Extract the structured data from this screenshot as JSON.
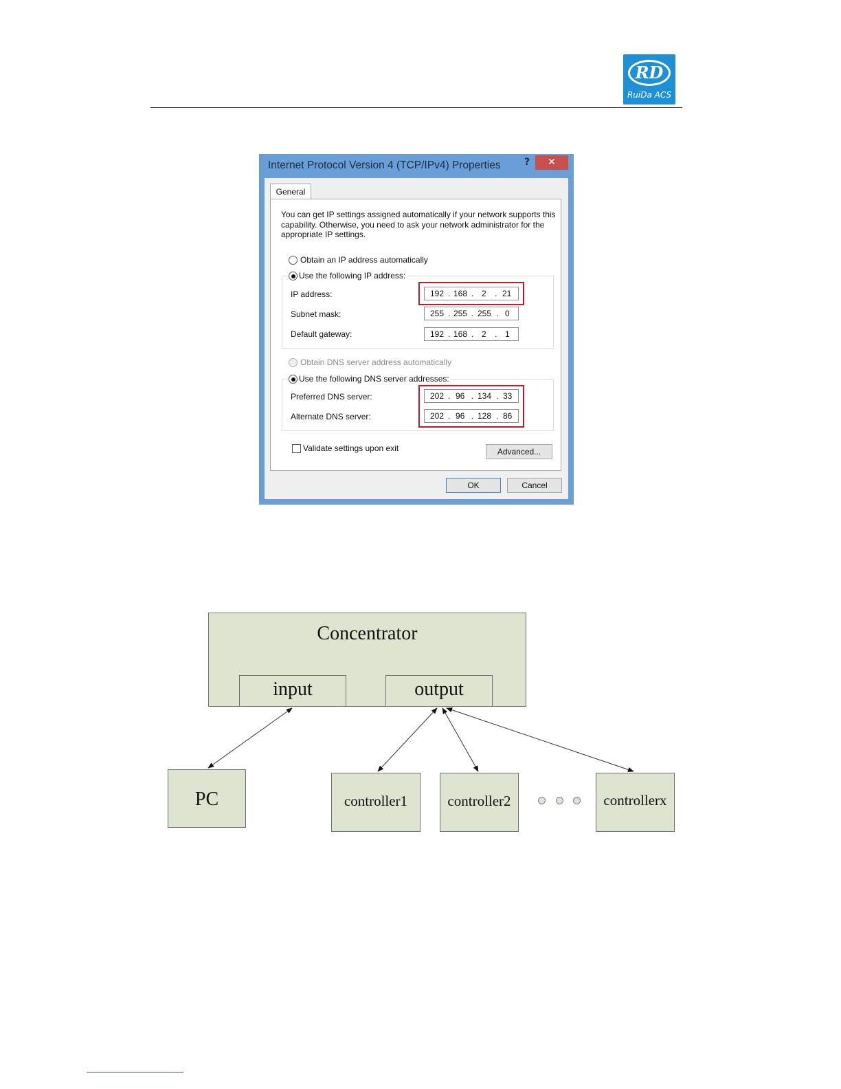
{
  "header": {
    "logo_letters": "RD",
    "logo_brand": "RuiDa ACS"
  },
  "dialog": {
    "title": "Internet Protocol Version 4 (TCP/IPv4) Properties",
    "help_glyph": "?",
    "close_glyph": "✕",
    "tab_general": "General",
    "description": "You can get IP settings assigned automatically if your network supports this capability. Otherwise, you need to ask your network administrator for the appropriate IP settings.",
    "radio_obtain_ip": "Obtain an IP address automatically",
    "radio_use_ip": "Use the following IP address:",
    "ip_label": "IP address:",
    "subnet_label": "Subnet mask:",
    "gateway_label": "Default gateway:",
    "ip": [
      "192",
      "168",
      "2",
      "21"
    ],
    "subnet": [
      "255",
      "255",
      "255",
      "0"
    ],
    "gateway": [
      "192",
      "168",
      "2",
      "1"
    ],
    "radio_obtain_dns": "Obtain DNS server address automatically",
    "radio_use_dns": "Use the following DNS server addresses:",
    "pref_dns_label": "Preferred DNS server:",
    "alt_dns_label": "Alternate DNS server:",
    "pref_dns": [
      "202",
      "96",
      "134",
      "33"
    ],
    "alt_dns": [
      "202",
      "96",
      "128",
      "86"
    ],
    "validate_label": "Validate settings upon exit",
    "advanced_label": "Advanced...",
    "ok_label": "OK",
    "cancel_label": "Cancel",
    "highlight_color": "#c8182a"
  },
  "diagram": {
    "concentrator": "Concentrator",
    "input": "input",
    "output": "output",
    "pc": "PC",
    "controller1": "controller1",
    "controller2": "controller2",
    "controllerx": "controllerx",
    "box_color": "#dde4cf"
  }
}
